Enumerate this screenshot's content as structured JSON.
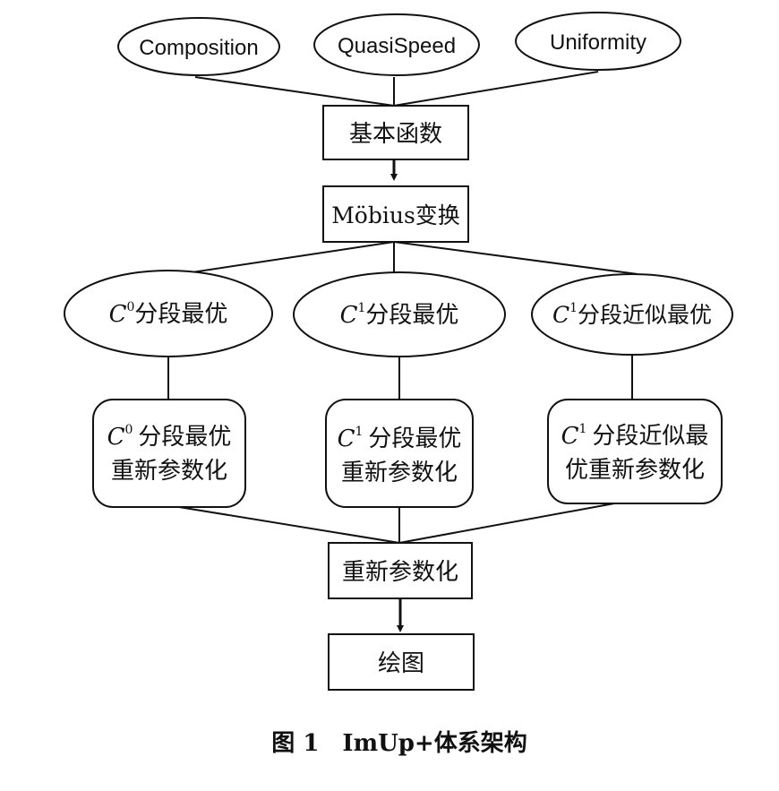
{
  "inputs": {
    "composition": "Composition",
    "quasispeed": "QuasiSpeed",
    "uniformity": "Uniformity"
  },
  "basic_function": "基本函数",
  "mobius": "Möbius变换",
  "methods": {
    "c0": {
      "symbol": "C",
      "sup": "0",
      "text": "分段最优"
    },
    "c1": {
      "symbol": "C",
      "sup": "1",
      "text": "分段最优"
    },
    "c1_approx": {
      "symbol": "C",
      "sup": "1",
      "text": "分段近似最优"
    }
  },
  "reparam": {
    "c0": {
      "symbol": "C",
      "sup": "0",
      "line1": "分段最优",
      "line2": "重新参数化"
    },
    "c1": {
      "symbol": "C",
      "sup": "1",
      "line1": "分段最优",
      "line2": "重新参数化"
    },
    "c1_approx": {
      "symbol": "C",
      "sup": "1",
      "line1": "分段近似最",
      "line2": "优重新参数化"
    }
  },
  "reparameterize": "重新参数化",
  "draw": "绘图",
  "caption": "图 1　ImUp+体系架构",
  "colors": {
    "stroke": "#111111",
    "background": "#ffffff"
  }
}
